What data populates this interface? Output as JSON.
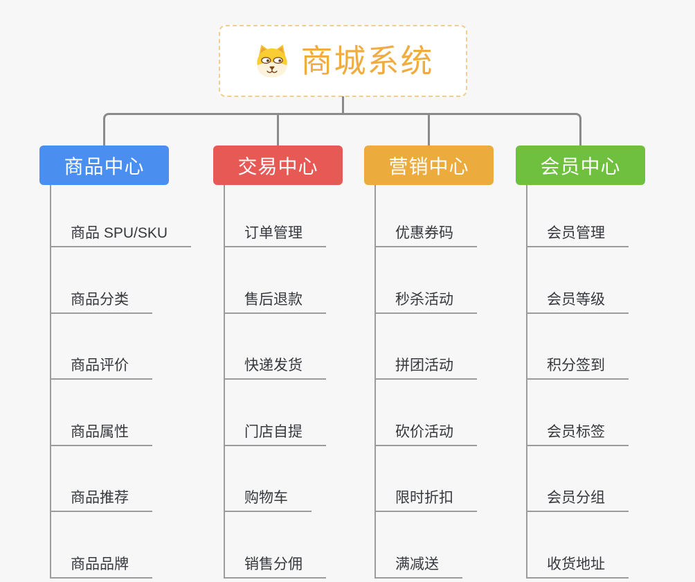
{
  "root": {
    "title": "商城系统",
    "icon": "dog-face-icon",
    "title_color": "#efac41",
    "border_color": "#f2cd90"
  },
  "connector_color": "#8a8a8a",
  "child_line_color": "#9b9b9b",
  "background_color": "#f7f7f7",
  "branches": [
    {
      "label": "商品中心",
      "color": "#4a8ef0",
      "children": [
        "商品 SPU/SKU",
        "商品分类",
        "商品评价",
        "商品属性",
        "商品推荐",
        "商品品牌"
      ]
    },
    {
      "label": "交易中心",
      "color": "#e65955",
      "children": [
        "订单管理",
        "售后退款",
        "快递发货",
        "门店自提",
        "购物车",
        "销售分佣"
      ]
    },
    {
      "label": "营销中心",
      "color": "#ecab3d",
      "children": [
        "优惠券码",
        "秒杀活动",
        "拼团活动",
        "砍价活动",
        "限时折扣",
        "满减送"
      ]
    },
    {
      "label": "会员中心",
      "color": "#70c03f",
      "children": [
        "会员管理",
        "会员等级",
        "积分签到",
        "会员标签",
        "会员分组",
        "收货地址"
      ]
    }
  ]
}
